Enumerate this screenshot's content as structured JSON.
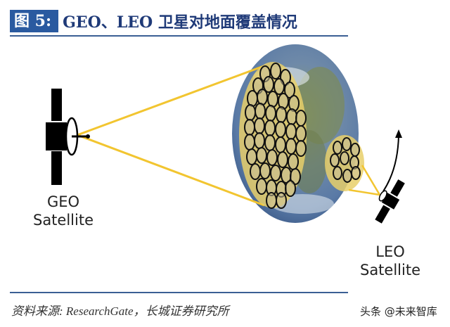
{
  "figure": {
    "label": "图 5:",
    "title": "GEO、LEO 卫星对地面覆盖情况"
  },
  "diagram": {
    "geo_label_line1": "GEO",
    "geo_label_line2": "Satellite",
    "leo_label_line1": "LEO",
    "leo_label_line2": "Satellite",
    "beam_color": "#f2c530",
    "accent_color": "#2a5aa0"
  },
  "footer": {
    "source": "资料来源: ResearchGate，长城证券研究所",
    "watermark": "头条 @未来智库"
  }
}
